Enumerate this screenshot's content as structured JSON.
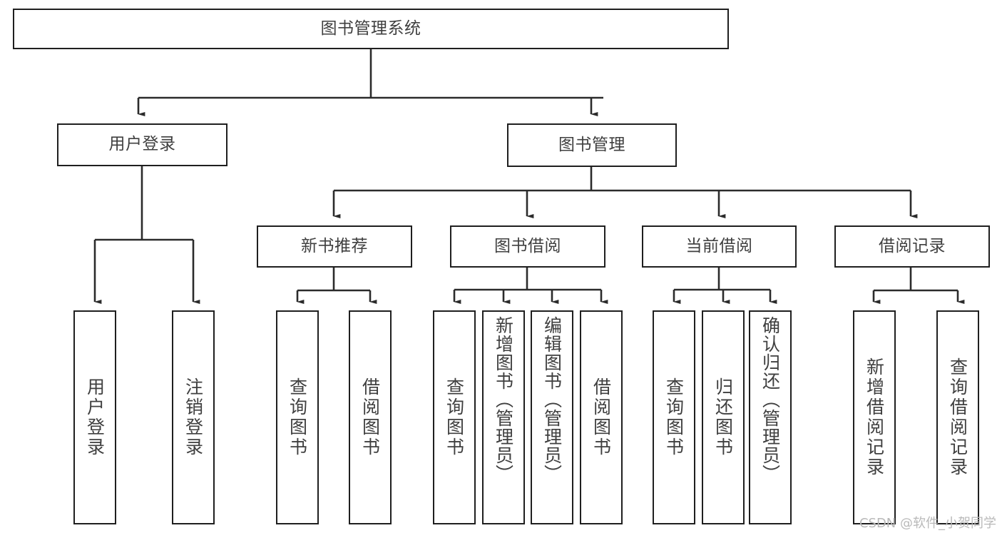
{
  "diagram": {
    "type": "tree",
    "title": "图书管理系统",
    "orientation": "top-down",
    "colors": {
      "box_border": "#1f1f1f",
      "box_fill": "#ffffff",
      "text": "#3f3f3f",
      "connector": "#2b2b2b",
      "watermark": "#b9b9b9",
      "background": "#ffffff"
    },
    "watermark": "CSDN @软件_小贺同学",
    "nodes": {
      "root": {
        "label": "图书管理系统"
      },
      "level2": [
        {
          "id": "user-login",
          "label": "用户登录"
        },
        {
          "id": "book-manage",
          "label": "图书管理"
        }
      ],
      "level3": [
        {
          "id": "new-book-rec",
          "label": "新书推荐"
        },
        {
          "id": "book-borrow",
          "label": "图书借阅"
        },
        {
          "id": "current-borrow",
          "label": "当前借阅"
        },
        {
          "id": "borrow-record",
          "label": "借阅记录"
        }
      ],
      "leaves": {
        "user_login": [
          {
            "id": "leaf-user-login",
            "label": "用户登录"
          },
          {
            "id": "leaf-logout",
            "label": "注销登录"
          }
        ],
        "new_book_rec": [
          {
            "id": "leaf-query-book-1",
            "label": "查询图书"
          },
          {
            "id": "leaf-borrow-book-1",
            "label": "借阅图书"
          }
        ],
        "book_borrow": [
          {
            "id": "leaf-query-book-2",
            "label": "查询图书"
          },
          {
            "id": "leaf-add-book",
            "label": "新增图书（管理员）"
          },
          {
            "id": "leaf-edit-book",
            "label": "编辑图书（管理员）"
          },
          {
            "id": "leaf-borrow-book-2",
            "label": "借阅图书"
          }
        ],
        "current_borrow": [
          {
            "id": "leaf-query-book-3",
            "label": "查询图书"
          },
          {
            "id": "leaf-return-book",
            "label": "归还图书"
          },
          {
            "id": "leaf-confirm-return",
            "label": "确认归还（管理员）"
          }
        ],
        "borrow_record": [
          {
            "id": "leaf-add-record",
            "label": "新增借阅记录"
          },
          {
            "id": "leaf-query-record",
            "label": "查询借阅记录"
          }
        ]
      }
    }
  }
}
